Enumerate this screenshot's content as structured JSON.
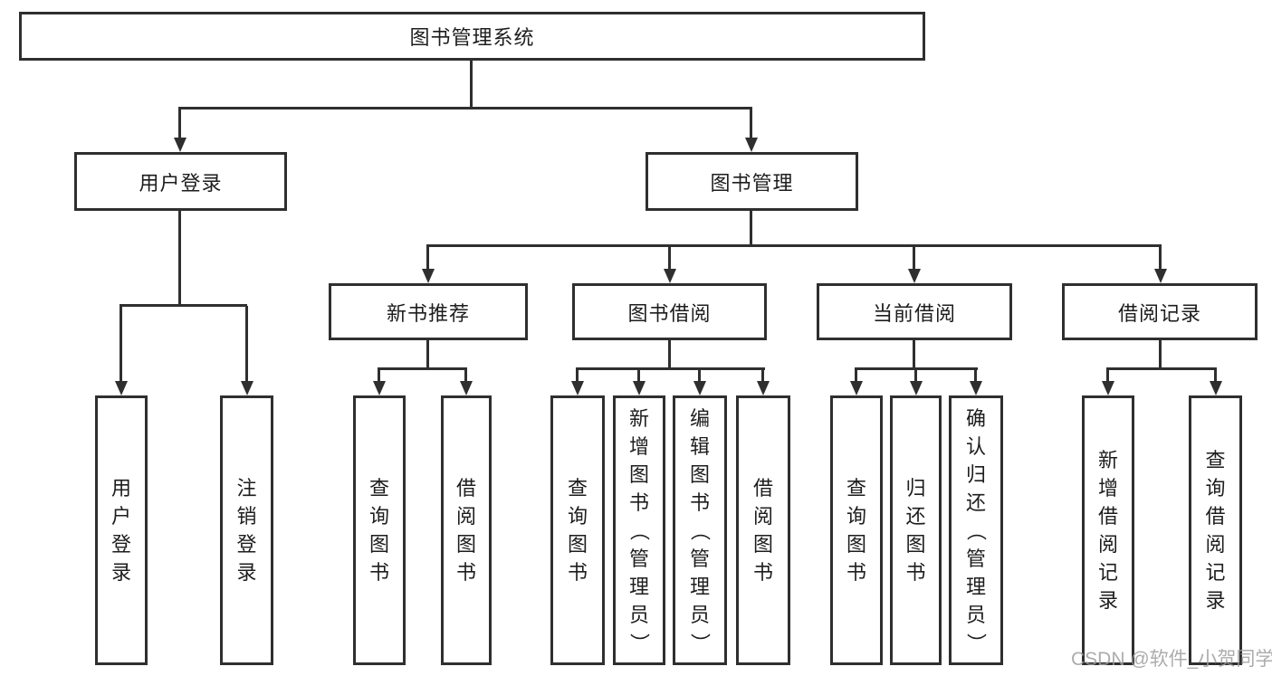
{
  "root": {
    "label": "图书管理系统"
  },
  "branches": {
    "user": {
      "label": "用户登录",
      "leaves": [
        "用户登录",
        "注销登录"
      ]
    },
    "book": {
      "label": "图书管理"
    }
  },
  "modules": [
    {
      "label": "新书推荐",
      "leaves": [
        "查询图书",
        "借阅图书"
      ]
    },
    {
      "label": "图书借阅",
      "leaves": [
        "查询图书",
        "新增图书（管理员）",
        "编辑图书（管理员）",
        "借阅图书"
      ]
    },
    {
      "label": "当前借阅",
      "leaves": [
        "查询图书",
        "归还图书",
        "确认归还（管理员）"
      ]
    },
    {
      "label": "借阅记录",
      "leaves": [
        "新增借阅记录",
        "查询借阅记录"
      ]
    }
  ],
  "watermark": {
    "text": "CSDN @软件_小贺同学"
  },
  "colors": {
    "line": "#2f2f2f",
    "text": "#1d1d1d",
    "watermark": "#9e9e9e",
    "background": "#ffffff"
  }
}
